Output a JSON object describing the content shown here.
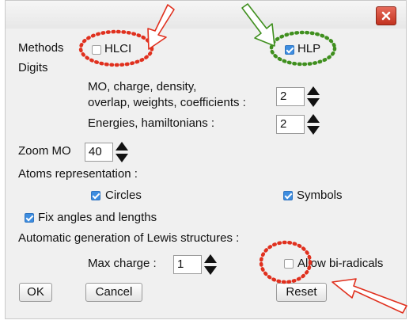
{
  "window": {
    "close_icon": "close-icon",
    "close_color": "#d04a36"
  },
  "methods": {
    "label": "Methods",
    "hlci": {
      "label": "HLCI",
      "checked": false
    },
    "hlp": {
      "label": "HLP",
      "checked": true
    }
  },
  "digits": {
    "label": "Digits",
    "mo_line1": "MO, charge, density,",
    "mo_line2": "overlap, weights, coefficients :",
    "mo_value": "2",
    "energies_label": "Energies, hamiltonians :",
    "energies_value": "2"
  },
  "zoom": {
    "label": "Zoom MO",
    "value": "40"
  },
  "atoms": {
    "label": "Atoms representation :",
    "circles": {
      "label": "Circles",
      "checked": true
    },
    "symbols": {
      "label": "Symbols",
      "checked": true
    }
  },
  "fix_angles": {
    "label": "Fix angles and lengths",
    "checked": true
  },
  "lewis": {
    "label": "Automatic generation of Lewis structures :",
    "max_charge_label": "Max charge :",
    "max_charge_value": "1",
    "allow_biradicals": {
      "label": "Allow bi-radicals",
      "checked": false
    }
  },
  "buttons": {
    "ok": "OK",
    "cancel": "Cancel",
    "reset": "Reset"
  },
  "annotations": {
    "red": "#e0301e",
    "green": "#3f8f1e"
  },
  "accent": "#3d8de0"
}
